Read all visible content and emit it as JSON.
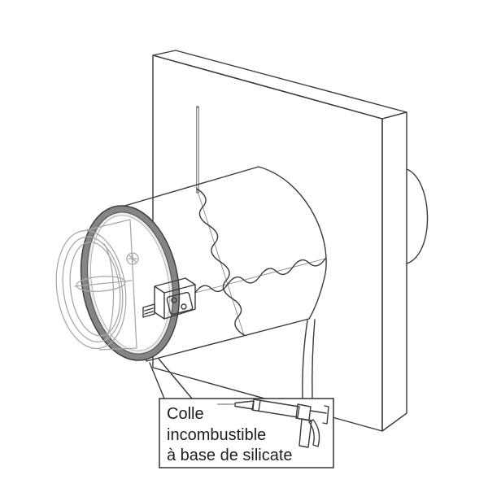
{
  "callout": {
    "lines": [
      "Colle",
      "incombustible",
      "à base de silicate"
    ],
    "icon": "caulk-gun-icon"
  },
  "colors": {
    "outline": "#3a3a3a",
    "sleeve_fill": "#e3e3e3",
    "ring_fill": "#858585",
    "collar_outline": "#a8a8a8"
  }
}
